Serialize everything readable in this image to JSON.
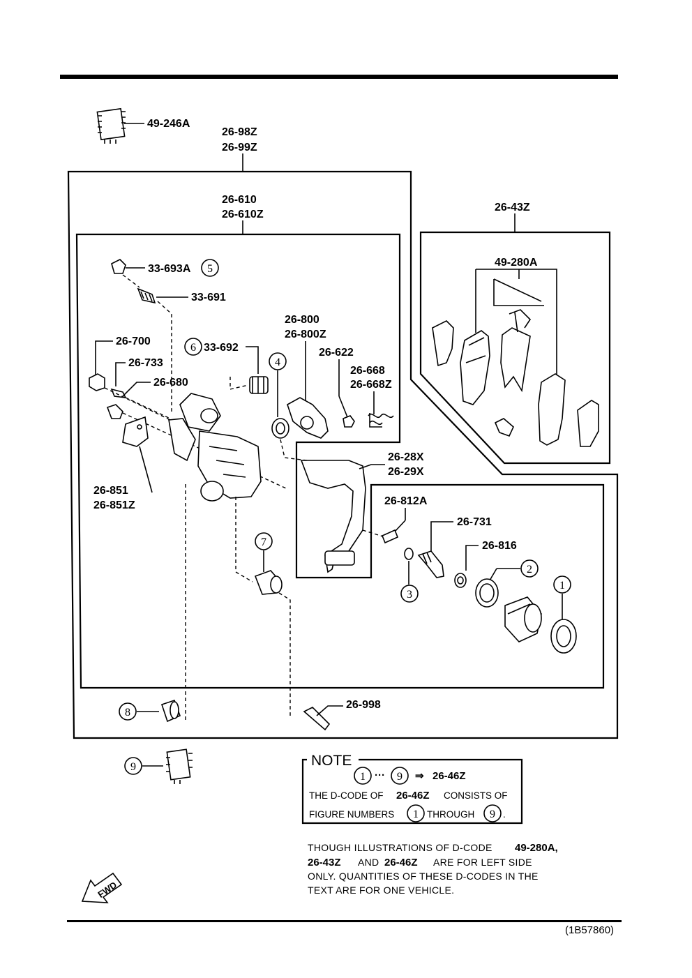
{
  "labels": {
    "grease_pack": "49-246A",
    "caliper_assy_l": "26-98Z",
    "caliper_assy_r": "26-99Z",
    "caliper_body_l": "26-610",
    "caliper_body_r": "26-610Z",
    "pad_set": "26-43Z",
    "pad_kit": "49-280A",
    "bleeder_cap": "33-693A",
    "bleeder_screw": "33-691",
    "lever_l": "26-800",
    "lever_r": "26-800Z",
    "nut": "26-622",
    "spring_l": "26-668",
    "spring_r": "26-668Z",
    "bolt": "26-700",
    "bolt_2": "26-733",
    "bolt_3": "26-680",
    "boot": "33-692",
    "bracket_l": "26-851",
    "bracket_r": "26-851Z",
    "mount_l": "26-28X",
    "mount_r": "26-29X",
    "pin": "26-812A",
    "adjuster": "26-731",
    "washer": "26-816",
    "guide_pin": "26-998"
  },
  "circle_numbers": [
    "1",
    "2",
    "3",
    "4",
    "5",
    "6",
    "7",
    "8",
    "9"
  ],
  "note": {
    "title": "NOTE",
    "range_start": "1",
    "range_sep": "···",
    "range_end": "9",
    "arrow": "⇒",
    "range_code": "26-46Z",
    "line2_prefix": "THE D-CODE OF",
    "line2_code": "26-46Z",
    "line2_suffix": "CONSISTS OF",
    "line3_prefix": "FIGURE NUMBERS",
    "line3_start": "1",
    "line3_mid": "THROUGH",
    "line3_end": "9",
    "line3_dot": "."
  },
  "footnote": {
    "l1_text": "THOUGH ILLUSTRATIONS OF D-CODE",
    "l1_code": "49-280A,",
    "l2_code1": "26-43Z",
    "l2_and": "AND",
    "l2_code2": "26-46Z",
    "l2_text": "ARE FOR LEFT SIDE",
    "l3_text": "ONLY. QUANTITIES OF THESE D-CODES IN THE",
    "l4_text": "TEXT ARE FOR ONE VEHICLE."
  },
  "fwd_label": "FWD",
  "ref_code": "(1B57860)"
}
